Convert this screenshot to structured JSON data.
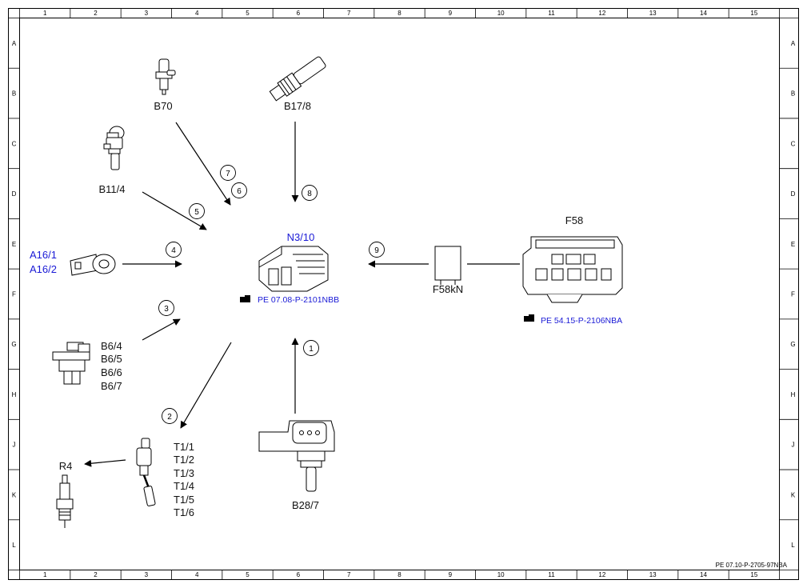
{
  "ruler": {
    "columns": [
      "1",
      "2",
      "3",
      "4",
      "5",
      "6",
      "7",
      "8",
      "9",
      "10",
      "11",
      "12",
      "13",
      "14",
      "15"
    ],
    "rows": [
      "A",
      "B",
      "C",
      "D",
      "E",
      "F",
      "G",
      "H",
      "J",
      "K",
      "L"
    ]
  },
  "components": {
    "b70": "B70",
    "b17_8": "B17/8",
    "b11_4": "B11/4",
    "a16": [
      "A16/1",
      "A16/2"
    ],
    "n3_10": "N3/10",
    "n3_10_ref": "PE 07.08-P-2101NBB",
    "b6": [
      "B6/4",
      "B6/5",
      "B6/6",
      "B6/7"
    ],
    "t1": [
      "T1/1",
      "T1/2",
      "T1/3",
      "T1/4",
      "T1/5",
      "T1/6"
    ],
    "r4": "R4",
    "b28_7": "B28/7",
    "f58kn": "F58kN",
    "f58": "F58",
    "f58_ref": "PE 54.15-P-2106NBA"
  },
  "signals": [
    "1",
    "2",
    "3",
    "4",
    "5",
    "6",
    "7",
    "8",
    "9"
  ],
  "footer": "PE 07.10-P-2705-97NBA",
  "colors": {
    "line": "#000000",
    "link_blue": "#1a1ad6",
    "background": "#ffffff"
  },
  "icons": {
    "reference": "pointing-hand-icon"
  }
}
